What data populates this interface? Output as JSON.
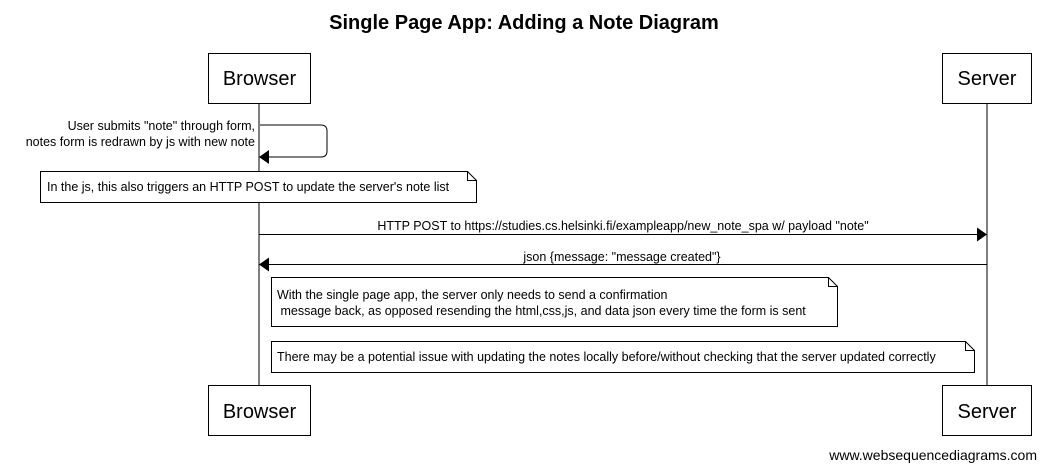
{
  "title": "Single Page App: Adding a Note Diagram",
  "actors": {
    "browser": "Browser",
    "server": "Server"
  },
  "messages": {
    "self_line1": "User submits \"note\" through form,",
    "self_line2": "notes form is redrawn by js with new note",
    "post": "HTTP POST to https://studies.cs.helsinki.fi/exampleapp/new_note_spa w/ payload \"note\"",
    "response": "json {message: \"message created\"}"
  },
  "notes": {
    "note1": "In the js, this also triggers an HTTP POST to update the server's note list",
    "note2_line1": "With the single page app, the server only needs to send a confirmation",
    "note2_line2": " message back, as opposed resending the html,css,js, and data json every time the form is sent",
    "note3": "There may be a potential issue with updating the notes locally before/without checking that the server updated correctly"
  },
  "footer": "www.websequencediagrams.com"
}
